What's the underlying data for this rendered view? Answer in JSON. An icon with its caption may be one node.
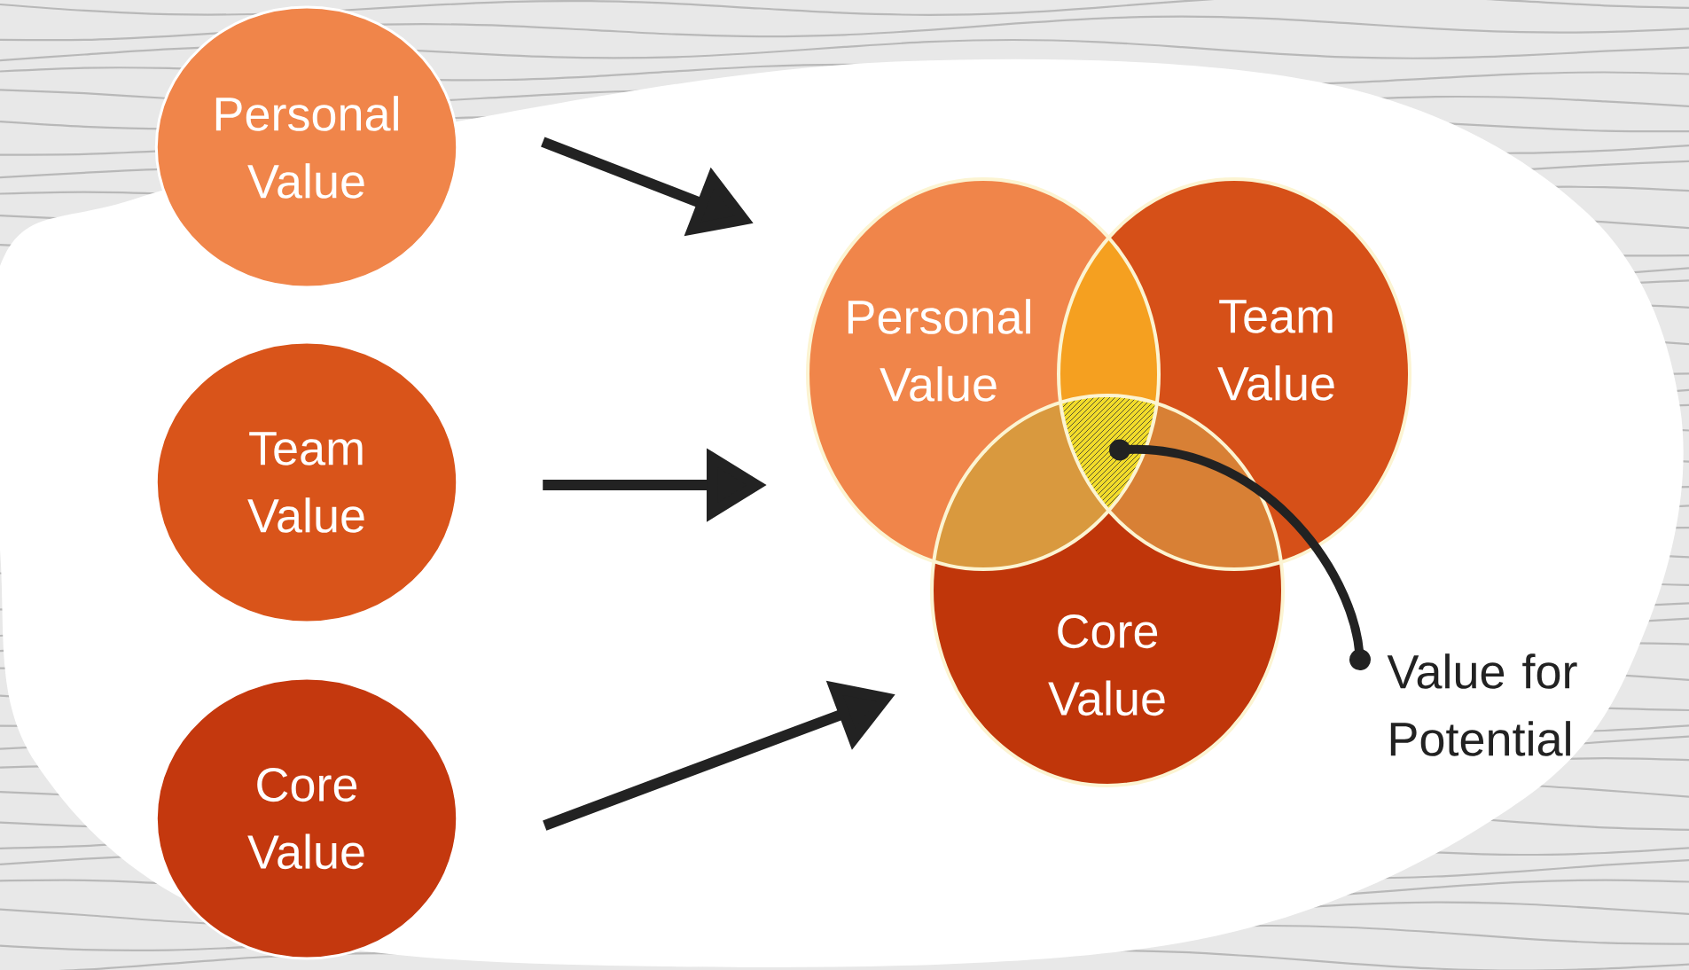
{
  "diagram": {
    "nodes": [
      {
        "text": [
          "Personal Value"
        ]
      },
      {
        "text": [
          "Team Value"
        ]
      },
      {
        "text": [
          "Core Value"
        ]
      },
      {
        "text": [
          "Personal Value"
        ]
      },
      {
        "text": [
          "Team Value"
        ]
      },
      {
        "text": [
          "Core Value"
        ]
      },
      {
        "text": [
          "Value for Potential"
        ]
      },
      {
        "text": [],
        "shape": "triangle"
      }
    ],
    "edges": [
      {
        "from": 0,
        "to": 3,
        "arrow": "to"
      },
      {
        "from": 1,
        "to": 3,
        "arrow": "to"
      },
      {
        "from": 2,
        "to": 5,
        "arrow": "to"
      },
      {
        "from": 6,
        "to": 7,
        "arrow": "other"
      }
    ]
  }
}
